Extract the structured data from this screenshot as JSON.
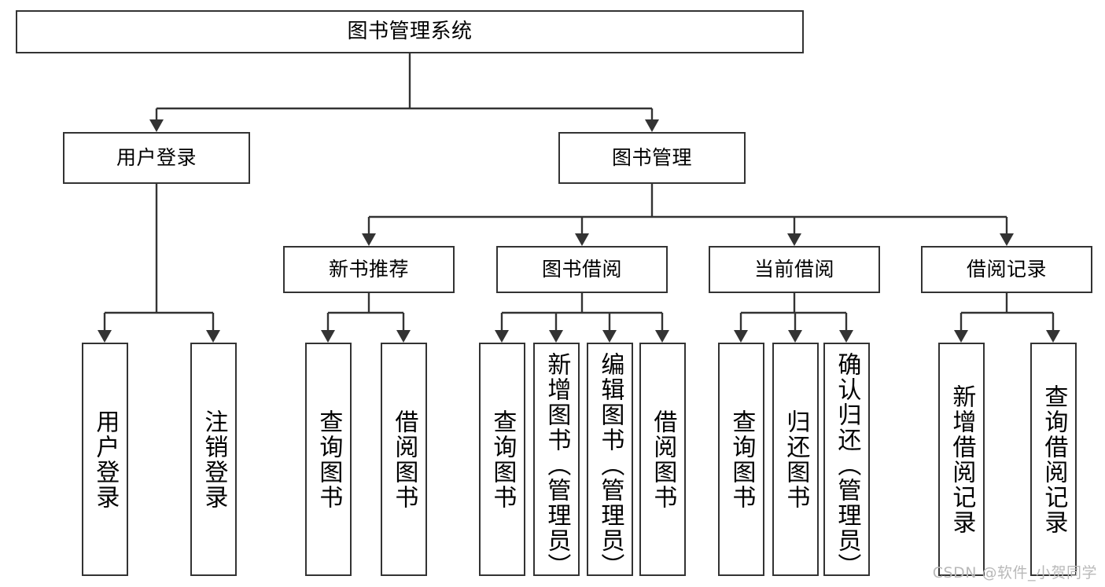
{
  "diagram": {
    "title": "图书管理系统",
    "type": "hierarchy-tree",
    "watermark": "CSDN @软件_小贺同学",
    "colors": {
      "stroke": "#333333",
      "fill": "#ffffff",
      "text": "#000000",
      "watermark": "#b9b9b9"
    },
    "levels": [
      {
        "level": 1,
        "nodes": [
          {
            "id": "root",
            "label": "图书管理系统",
            "orientation": "horizontal"
          }
        ]
      },
      {
        "level": 2,
        "nodes": [
          {
            "id": "user-login",
            "label": "用户登录",
            "orientation": "horizontal",
            "parent": "root"
          },
          {
            "id": "book-manage",
            "label": "图书管理",
            "orientation": "horizontal",
            "parent": "root"
          }
        ]
      },
      {
        "level": 3,
        "nodes": [
          {
            "id": "new-book-rec",
            "label": "新书推荐",
            "orientation": "horizontal",
            "parent": "book-manage"
          },
          {
            "id": "book-borrow",
            "label": "图书借阅",
            "orientation": "horizontal",
            "parent": "book-manage"
          },
          {
            "id": "current-borrow",
            "label": "当前借阅",
            "orientation": "horizontal",
            "parent": "book-manage"
          },
          {
            "id": "borrow-record",
            "label": "借阅记录",
            "orientation": "horizontal",
            "parent": "book-manage"
          }
        ]
      },
      {
        "level": 4,
        "nodes": [
          {
            "id": "leaf-user-login",
            "label": "用户登录",
            "orientation": "vertical",
            "parent": "user-login"
          },
          {
            "id": "leaf-user-logout",
            "label": "注销登录",
            "orientation": "vertical",
            "parent": "user-login"
          },
          {
            "id": "leaf-rec-query",
            "label": "查询图书",
            "orientation": "vertical",
            "parent": "new-book-rec"
          },
          {
            "id": "leaf-rec-borrow",
            "label": "借阅图书",
            "orientation": "vertical",
            "parent": "new-book-rec"
          },
          {
            "id": "leaf-borrow-query",
            "label": "查询图书",
            "orientation": "vertical",
            "parent": "book-borrow"
          },
          {
            "id": "leaf-borrow-add",
            "label": "新增图书（管理员）",
            "orientation": "vertical",
            "parent": "book-borrow"
          },
          {
            "id": "leaf-borrow-edit",
            "label": "编辑图书（管理员）",
            "orientation": "vertical",
            "parent": "book-borrow"
          },
          {
            "id": "leaf-borrow-lend",
            "label": "借阅图书",
            "orientation": "vertical",
            "parent": "book-borrow"
          },
          {
            "id": "leaf-current-query",
            "label": "查询图书",
            "orientation": "vertical",
            "parent": "current-borrow"
          },
          {
            "id": "leaf-current-return",
            "label": "归还图书",
            "orientation": "vertical",
            "parent": "current-borrow"
          },
          {
            "id": "leaf-current-confirm",
            "label": "确认归还（管理员）",
            "orientation": "vertical",
            "parent": "current-borrow"
          },
          {
            "id": "leaf-record-add",
            "label": "新增借阅记录",
            "orientation": "vertical",
            "parent": "borrow-record"
          },
          {
            "id": "leaf-record-query",
            "label": "查询借阅记录",
            "orientation": "vertical",
            "parent": "borrow-record"
          }
        ]
      }
    ]
  }
}
